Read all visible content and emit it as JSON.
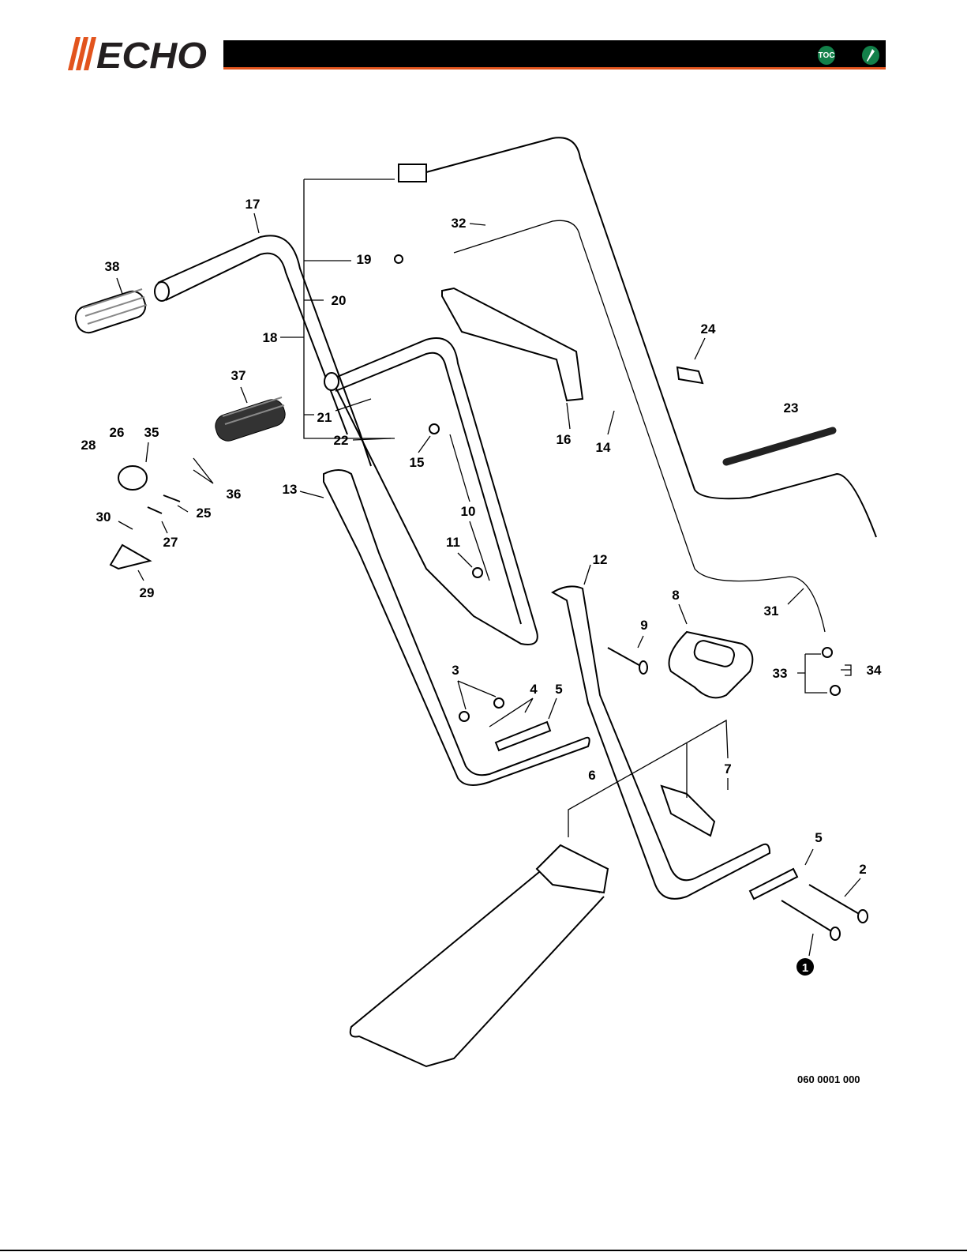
{
  "header": {
    "brand": "ECHO",
    "brand_color": "#e2541d",
    "toc_label": "TOC",
    "toc_icon": "toc-icon",
    "tools_icon": "wrench-screw-icon",
    "button_color": "#13804a"
  },
  "diagram": {
    "callouts": [
      "17",
      "38",
      "19",
      "20",
      "18",
      "37",
      "21",
      "22",
      "26",
      "35",
      "28",
      "36",
      "25",
      "30",
      "27",
      "29",
      "13",
      "32",
      "24",
      "23",
      "16",
      "14",
      "15",
      "10",
      "11",
      "12",
      "8",
      "9",
      "31",
      "33",
      "34",
      "3",
      "4",
      "5",
      "7",
      "6",
      "5",
      "2"
    ],
    "note_marker": "1",
    "drawing_code": "060 0001 000"
  }
}
